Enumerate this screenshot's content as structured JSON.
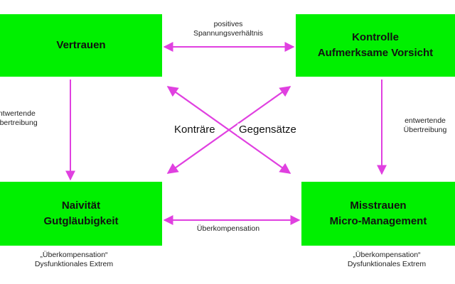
{
  "colors": {
    "box_fill": "#00f000",
    "arrow": "#e040e0"
  },
  "boxes": {
    "vertrauen": {
      "line1": "Vertrauen"
    },
    "kontrolle": {
      "line1": "Kontrolle",
      "line2": "Aufmerksame Vorsicht"
    },
    "naivitaet": {
      "line1": "Naivität",
      "line2": "Gutgläubigkeit"
    },
    "misstrauen": {
      "line1": "Misstrauen",
      "line2": "Micro-Management"
    }
  },
  "labels": {
    "top_relation_line1": "positives",
    "top_relation_line2": "Spannungsverhältnis",
    "bottom_relation": "Überkompensation",
    "left_relation_line1": "entwertende",
    "left_relation_line2": "Übertreibung",
    "right_relation_line1": "entwertende",
    "right_relation_line2": "Übertreibung",
    "center_left": "Konträre",
    "center_right": "Gegensätze",
    "under_left_line1": "„Überkompensation“",
    "under_left_line2": "Dysfunktionales Extrem",
    "under_right_line1": "„Überkompensation“",
    "under_right_line2": "Dysfunktionales Extrem"
  }
}
